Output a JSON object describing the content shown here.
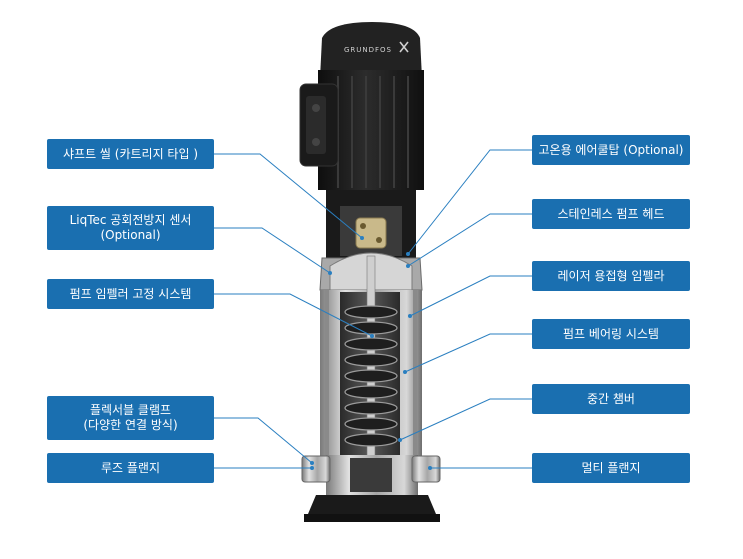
{
  "brand_text": "GRUNDFOS",
  "labels": {
    "shaft_seal": "샤프트 씰 (카트리지 타입 )",
    "liqtec_line1": "LiqTec 공회전방지 센서",
    "liqtec_line2": "(Optional)",
    "impeller_lock": "펌프 임펠러 고정 시스템",
    "flexible_clamp_line1": "플렉서블 클램프",
    "flexible_clamp_line2": "(다양한 연결 방식)",
    "loose_flange": "루즈 플랜지",
    "air_cooler": "고온용 에어쿨탑 (Optional)",
    "stainless_head": "스테인레스 펌프 헤드",
    "laser_impeller": "레이저 용접형 임펠라",
    "bearing_system": "펌프 베어링 시스템",
    "intermediate_chamber": "중간 챔버",
    "multi_flange": "멀티 플랜지"
  },
  "colors": {
    "label_bg": "#1a6fb0",
    "leader_line": "#2a7fc0",
    "motor": "#1c1c1c",
    "steel": "#b8b8b8"
  }
}
